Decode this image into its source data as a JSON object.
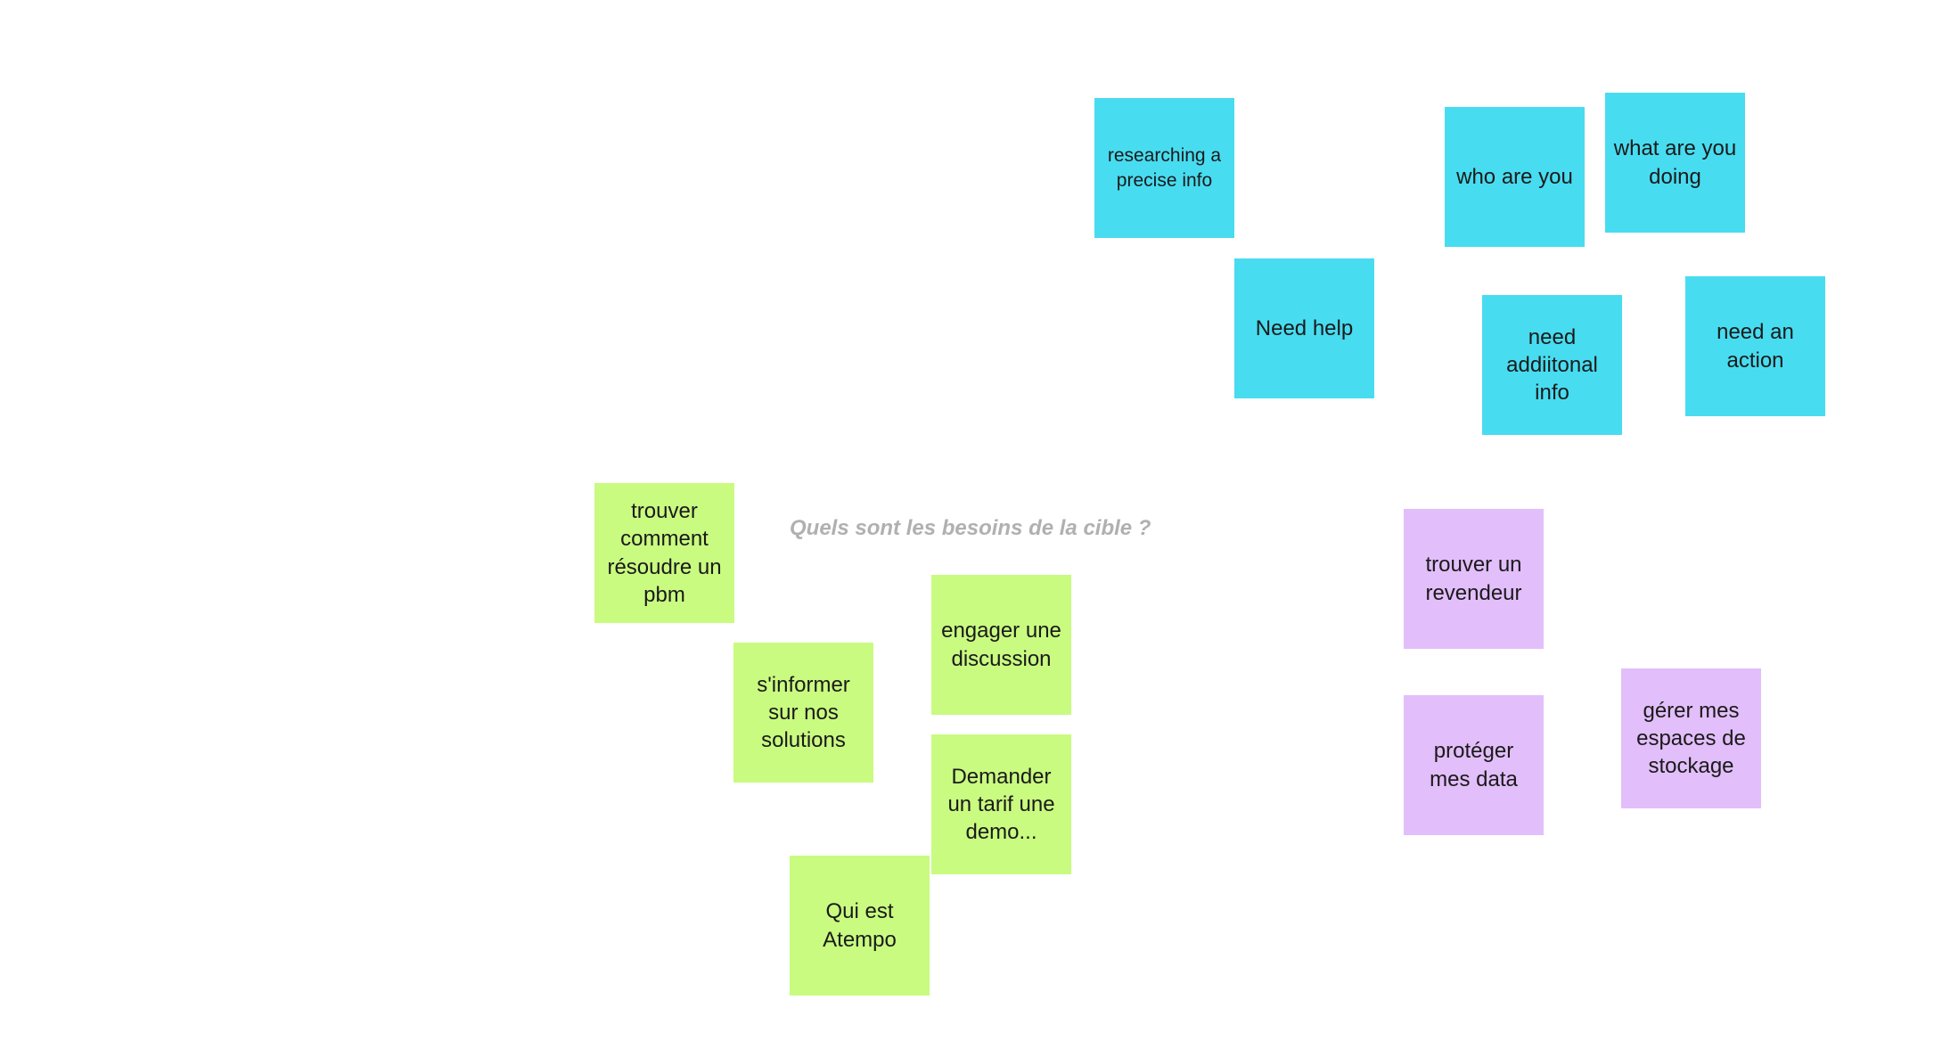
{
  "board": {
    "question": "Quels sont les besoins de la cible ?",
    "colors": {
      "blue": "#48dcf0",
      "green": "#c9fb80",
      "purple": "#e2befa",
      "question_text": "#b0b0b0",
      "background": "#ffffff"
    },
    "blue_notes": [
      {
        "text": "researching a precise info"
      },
      {
        "text": "who are you"
      },
      {
        "text": "what are you doing"
      },
      {
        "text": "Need help"
      },
      {
        "text": "need addiitonal info"
      },
      {
        "text": "need an action"
      }
    ],
    "green_notes": [
      {
        "text": "trouver comment résoudre un pbm"
      },
      {
        "text": "engager une discussion"
      },
      {
        "text": "s'informer sur nos solutions"
      },
      {
        "text": "Demander un tarif une demo..."
      },
      {
        "text": "Qui est Atempo"
      }
    ],
    "purple_notes": [
      {
        "text": "trouver un revendeur"
      },
      {
        "text": "gérer mes espaces de stockage"
      },
      {
        "text": "protéger mes data"
      }
    ]
  }
}
